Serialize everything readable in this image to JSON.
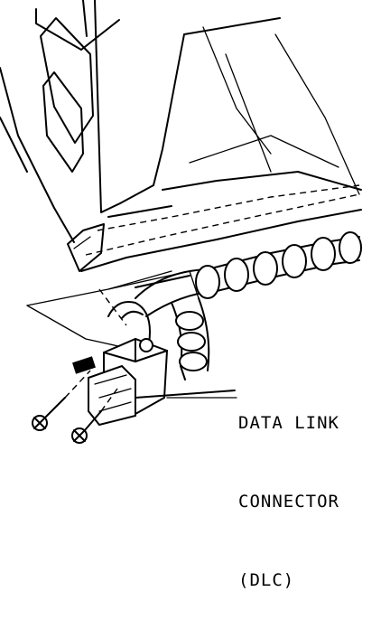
{
  "callout": {
    "line1": "DATA LINK",
    "line2": "CONNECTOR",
    "line3": "(DLC)"
  },
  "colors": {
    "ink": "#000000",
    "paper": "#ffffff"
  },
  "icons": [
    "bracket-clip-icon",
    "wire-harness-icon",
    "dlc-connector-icon",
    "screw-icon"
  ]
}
